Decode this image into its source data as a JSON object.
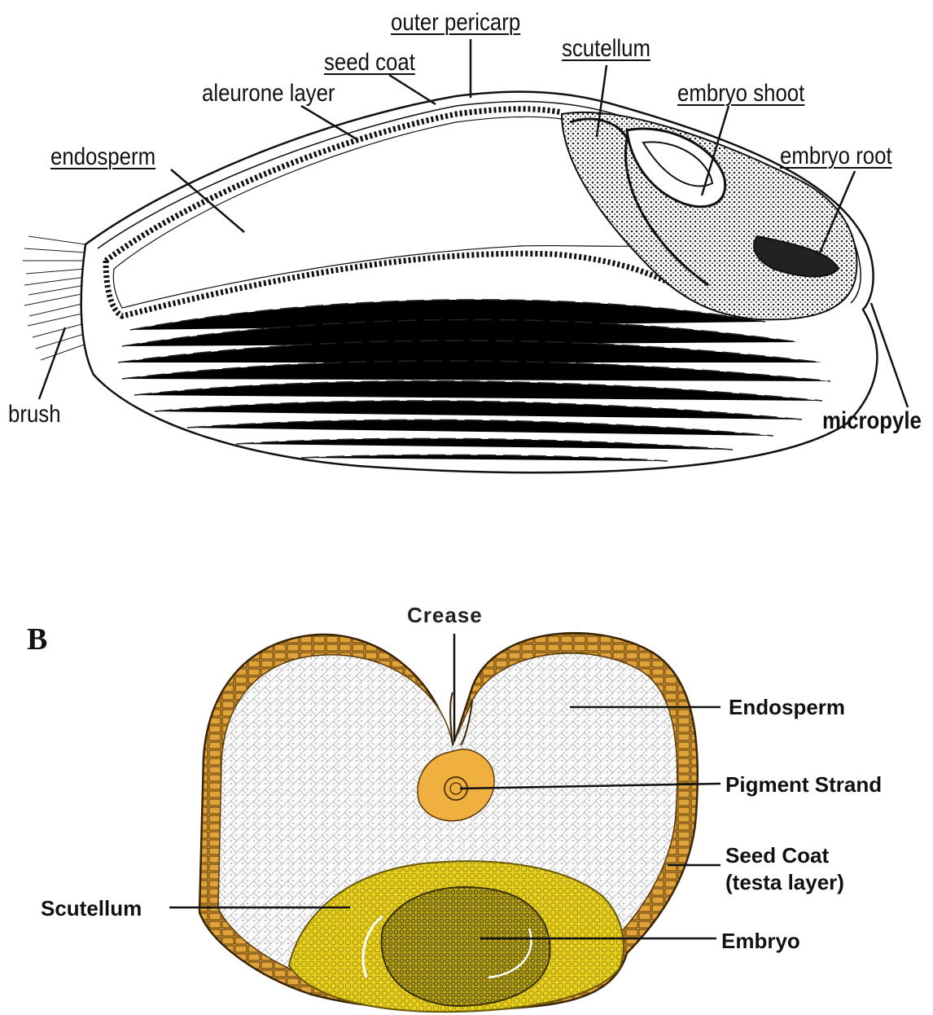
{
  "panel_a": {
    "labels": {
      "outer_pericarp": "outer pericarp",
      "seed_coat": "seed coat",
      "aleurone_layer": "aleurone layer",
      "scutellum": "scutellum",
      "embryo_shoot": "embryo shoot",
      "embryo_root": "embryo root",
      "endosperm": "endosperm",
      "brush": "brush",
      "micropyle": "micropyle"
    }
  },
  "panel_b": {
    "panel_letter": "B",
    "labels": {
      "crease": "Crease",
      "endosperm": "Endosperm",
      "pigment_strand": "Pigment Strand",
      "seed_coat_line1": "Seed Coat",
      "seed_coat_line2": "(testa layer)",
      "scutellum": "Scutellum",
      "embryo": "Embryo"
    }
  },
  "colors": {
    "ink": "#111111",
    "seed_coat_orange": "#e0a33a",
    "pigment_orange": "#f0b040",
    "scutellum_yellow": "#e8d01c",
    "embryo_olive": "#9a8a10"
  }
}
